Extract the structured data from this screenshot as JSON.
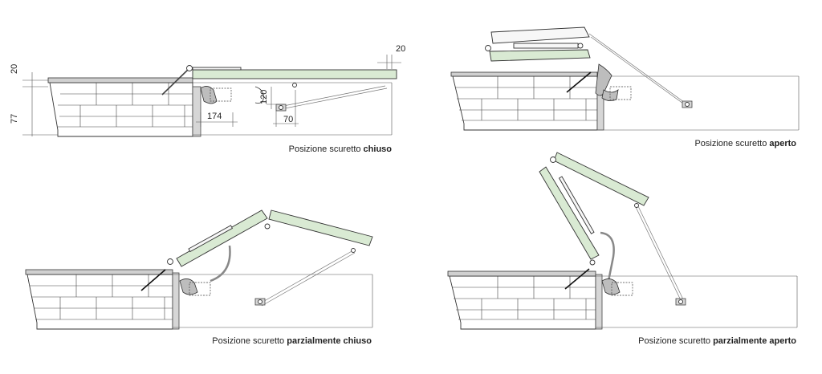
{
  "captions": [
    {
      "prefix": "Posizione scuretto ",
      "bold": "chiuso"
    },
    {
      "prefix": "Posizione scuretto ",
      "bold": "aperto"
    },
    {
      "prefix": "Posizione scuretto ",
      "bold": "parzialmente chiuso"
    },
    {
      "prefix": "Posizione scuretto ",
      "bold": "parzialmente aperto"
    }
  ],
  "dimensions": {
    "top_left_20": "20",
    "left_77": "77",
    "right_20": "20",
    "width_174": "174",
    "height_120": "120",
    "width_70": "70"
  },
  "colors": {
    "panel": "#d9ead3",
    "gray_part": "#bdbdbd"
  }
}
